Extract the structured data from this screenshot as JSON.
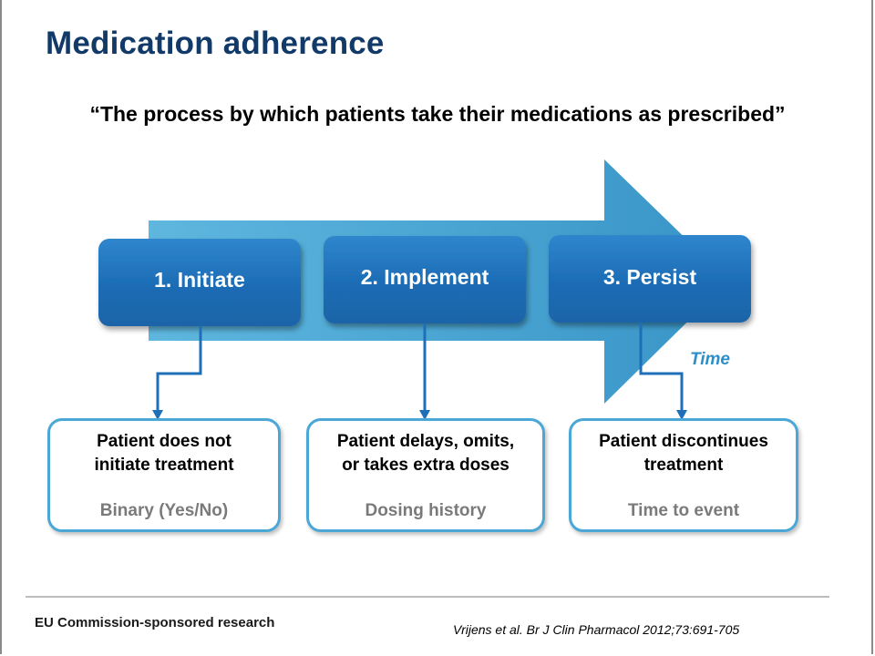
{
  "title": "Medication adherence",
  "quote": "“The process by which patients take their medications as prescribed”",
  "steps": [
    {
      "label": "1. Initiate"
    },
    {
      "label": "2. Implement"
    },
    {
      "label": "3. Persist"
    }
  ],
  "time_label": "Time",
  "outcomes": [
    {
      "main": "Patient does not\ninitiate treatment",
      "sub": "Binary (Yes/No)"
    },
    {
      "main": "Patient delays, omits,\nor takes extra doses",
      "sub": "Dosing history"
    },
    {
      "main": "Patient discontinues\ntreatment",
      "sub": "Time to event"
    }
  ],
  "footer": {
    "left": "EU Commission-sponsored research",
    "citation": "Vrijens et al. Br J Clin Pharmacol 2012;73:691-705"
  },
  "colors": {
    "title": "#123a69",
    "arrow": "#3f9fcf",
    "step_box": "#1f6fb8",
    "connector": "#1f6fb8",
    "outcome_border": "#4aa7d6",
    "time_label": "#2d8fc9"
  }
}
